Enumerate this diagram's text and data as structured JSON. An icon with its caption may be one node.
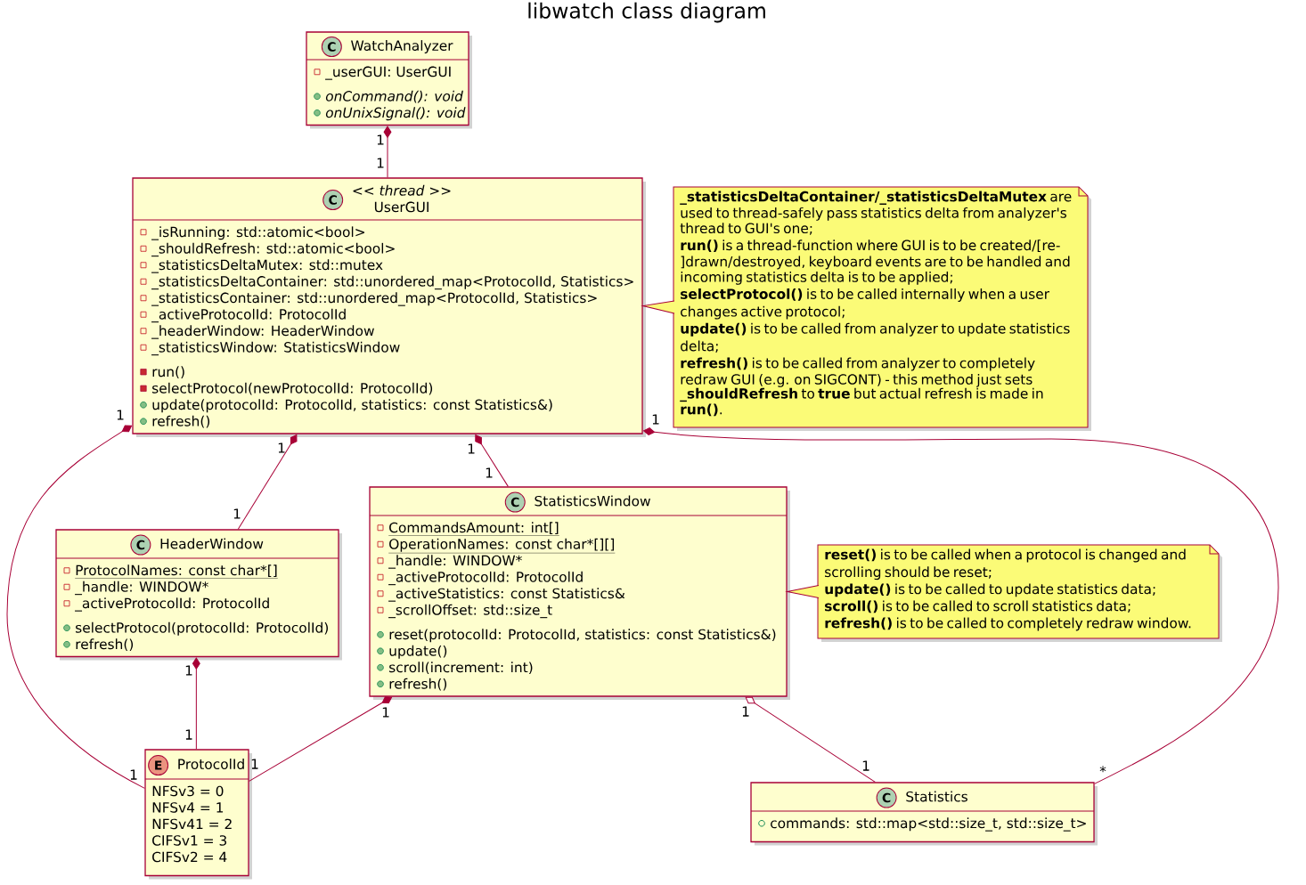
{
  "diagram": {
    "title": "libwatch class diagram",
    "nodes": [
      {
        "text": [
          "C",
          "WatchAnalyzer",
          "_userGUI: UserGUI",
          "onCommand(): void",
          "onUnixSignal(): void"
        ]
      },
      {
        "text": [
          "C",
          "<< thread >>",
          "UserGUI",
          "_isRunning: std::atomic<bool>",
          "_shouldRefresh: std::atomic<bool>",
          "_statisticsDeltaMutex: std::mutex",
          "_statisticsDeltaContainer: std::unordered_map<ProtocolId, Statistics>",
          "_statisticsContainer: std::unordered_map<ProtocolId, Statistics>",
          "_activeProtocolId: ProtocolId",
          "_headerWindow: HeaderWindow",
          "_statisticsWindow: StatisticsWindow",
          "run()",
          "selectProtocol(newProtocolId: ProtocolId)",
          "update(protocolId: ProtocolId, statistics: const Statistics&)",
          "refresh()"
        ]
      },
      {
        "text": [
          "**_statisticsDeltaContainer/_statisticsDeltaMutex** are used to thread-safely pass statistics delta from analyzer's thread to GUI's one;",
          "**run()** is a thread-function where GUI is to be created/[re-]drawn/destroyed, keyboard events are to be handled and incoming statistics delta is to be applied;",
          "**selectProtocol()** is to be called internally when a user changes active protocol;",
          "**update()** is to be called from analyzer to update statistics delta;",
          "**refresh()** is to be called from analyzer to completely redraw GUI (e.g. on SIGCONT) - this method just sets **_shouldRefresh** to **true** but actual refresh is made in **run()**."
        ]
      },
      {
        "text": [
          "C",
          "HeaderWindow",
          "ProtocolNames: const char*[]",
          "_handle: WINDOW*",
          "_activeProtocolId: ProtocolId",
          "selectProtocol(protocolId: ProtocolId)",
          "refresh()"
        ]
      },
      {
        "text": [
          "C",
          "StatisticsWindow",
          "CommandsAmount: int[]",
          "OperationNames: const char*[][]",
          "_handle: WINDOW*",
          "_activeProtocolId: ProtocolId",
          "_activeStatistics: const Statistics&",
          "_scrollOffset: std::size_t",
          "reset(protocolId: ProtocolId, statistics: const Statistics&)",
          "update()",
          "scroll(increment: int)",
          "refresh()"
        ]
      },
      {
        "text": [
          "**reset()** is to be called when a protocol is changed and scrolling should be reset;",
          "**update()** is to be called to update statistics data;",
          "**scroll()** is to be called to scroll statistics data;",
          "**refresh()** is to be called to completely redraw window."
        ]
      },
      {
        "text": [
          "E",
          "ProtocolId",
          "NFSv3 = 0",
          "NFSv4 = 1",
          "NFSv41 = 2",
          "CIFSv1 = 3",
          "CIFSv2 = 4"
        ]
      },
      {
        "text": [
          "C",
          "Statistics",
          "commands: std::map<std::size_t, std::size_t>"
        ]
      }
    ],
    "edges": [
      {
        "from": 0,
        "to": 1,
        "arrow": "other"
      },
      {
        "from": 1,
        "to": 3,
        "arrow": "other"
      },
      {
        "from": 1,
        "to": 4,
        "arrow": "other"
      },
      {
        "from": 1,
        "to": 6,
        "arrow": "other"
      },
      {
        "from": 1,
        "to": 7,
        "arrow": "other"
      },
      {
        "from": 3,
        "to": 6,
        "arrow": "other"
      },
      {
        "from": 4,
        "to": 6,
        "arrow": "other"
      },
      {
        "from": 4,
        "to": 7,
        "arrow": "other"
      },
      {
        "from": 2,
        "to": 1,
        "arrow": "none"
      },
      {
        "from": 5,
        "to": 4,
        "arrow": "none"
      }
    ],
    "labels": [
      "1",
      "1",
      "1",
      "1",
      "1",
      "1",
      "1",
      "1",
      "1",
      "1",
      "1",
      "1",
      "1",
      "1",
      "*",
      "1"
    ]
  }
}
